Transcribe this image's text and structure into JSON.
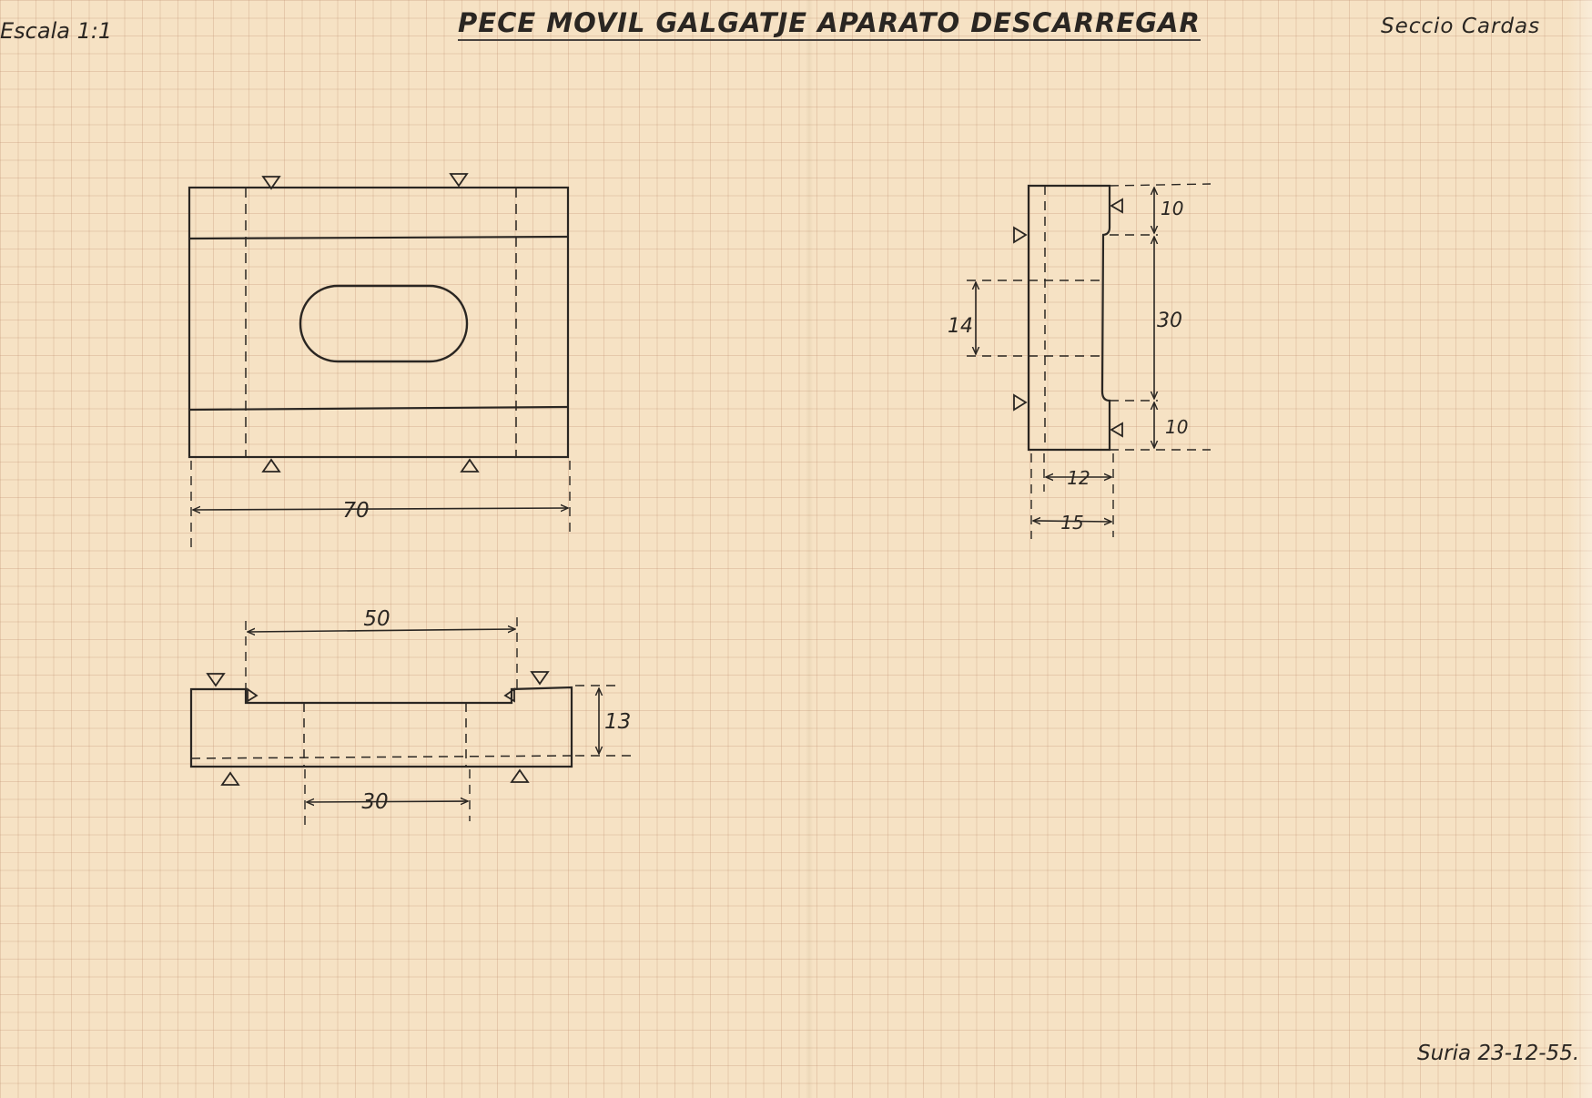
{
  "sheet": {
    "title": "PECE MOVIL  GALGATJE APARATO DESCARREGAR",
    "scale_note": "Escala 1:1",
    "section": "Seccio  Cardas",
    "place_date": "Suria 23-12-55."
  },
  "dimensions": {
    "top_width": "70",
    "bottom_upper_span": "50",
    "bottom_lower_span": "30",
    "bottom_height": "13",
    "side_top": "10",
    "side_middle": "30",
    "side_bottom": "10",
    "side_slot_height": "14",
    "side_inner_width": "12",
    "side_total_width": "15"
  },
  "colors": {
    "paper": "#f6e2c4",
    "grid": "#c49676",
    "ink": "#2a2622"
  }
}
